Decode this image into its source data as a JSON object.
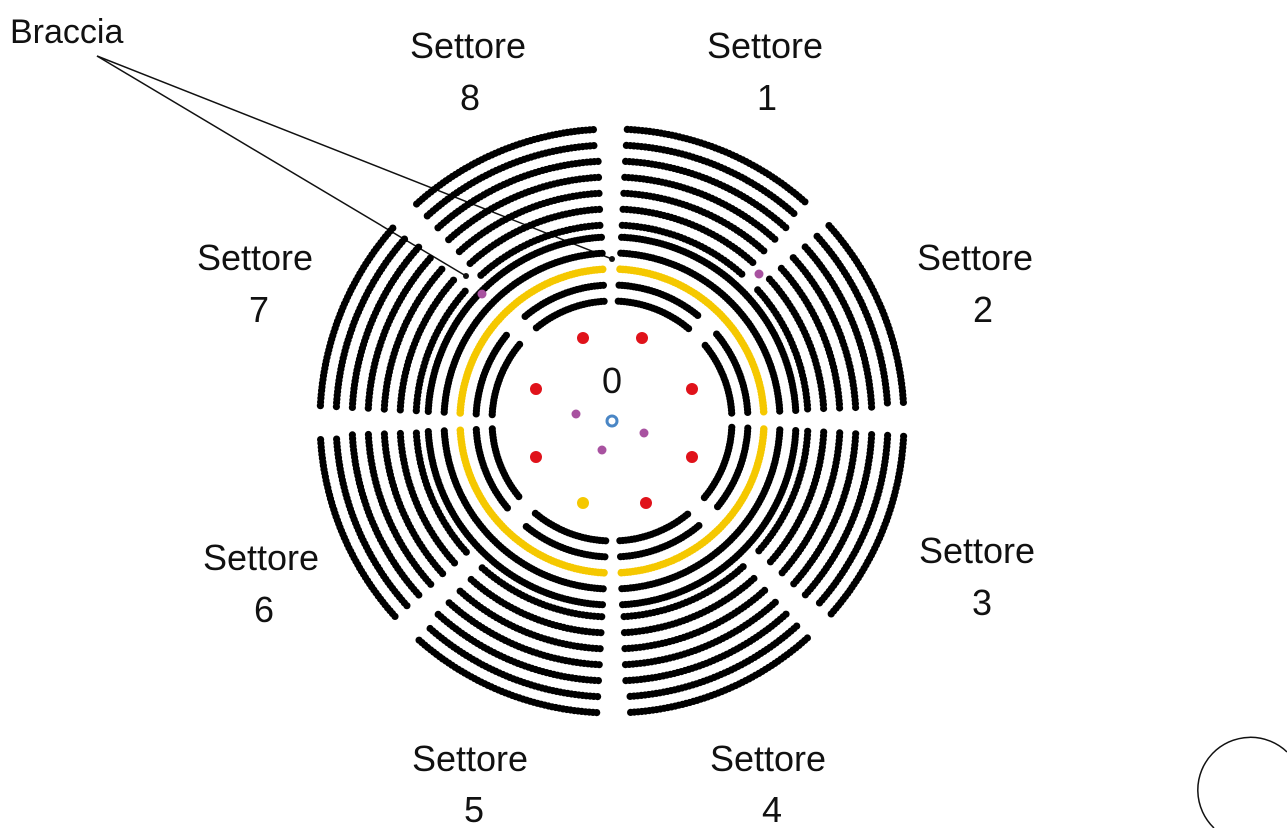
{
  "arms_label": "Braccia",
  "center_label": "0",
  "sectors": [
    {
      "word": "Settore",
      "num": "1"
    },
    {
      "word": "Settore",
      "num": "2"
    },
    {
      "word": "Settore",
      "num": "3"
    },
    {
      "word": "Settore",
      "num": "4"
    },
    {
      "word": "Settore",
      "num": "5"
    },
    {
      "word": "Settore",
      "num": "6"
    },
    {
      "word": "Settore",
      "num": "7"
    },
    {
      "word": "Settore",
      "num": "8"
    }
  ],
  "colors": {
    "dot": "#000000",
    "yellow": "#f5c800",
    "red": "#e0121a",
    "purple": "#a852a0",
    "center": "#4a86c5",
    "line": "#111111"
  }
}
